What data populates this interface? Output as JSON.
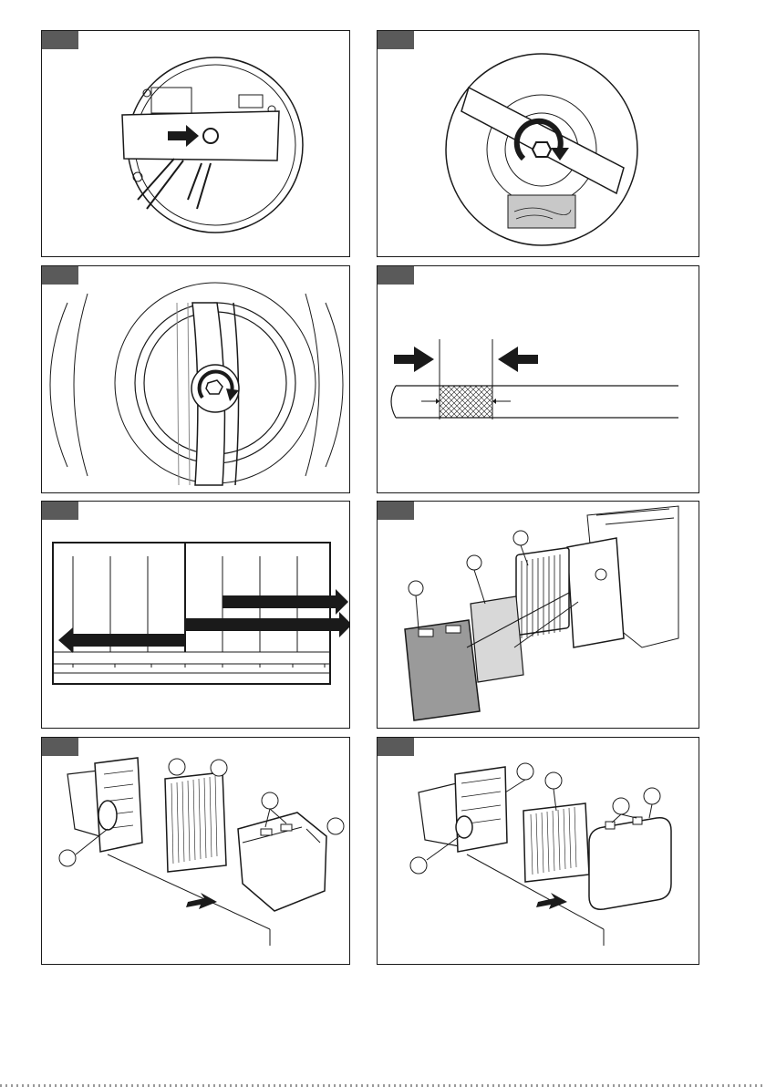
{
  "panels": [
    {
      "id": "p1",
      "caption": ""
    },
    {
      "id": "p2",
      "caption": ""
    },
    {
      "id": "p3",
      "caption": ""
    },
    {
      "id": "p4",
      "caption": ""
    },
    {
      "id": "p5",
      "caption": ""
    },
    {
      "id": "p6",
      "caption": ""
    },
    {
      "id": "p7",
      "caption": ""
    },
    {
      "id": "p8",
      "caption": ""
    }
  ],
  "colors": {
    "frame": "#1a1a1a",
    "tab": "#5a5a5a",
    "ink": "#1a1a1a",
    "gray": "#8a8a8a"
  },
  "icons": [
    "arrow-right-icon",
    "rotate-clockwise-icon",
    "arrow-left-icon",
    "callout-circle-icon",
    "insertion-arrow-icon"
  ]
}
